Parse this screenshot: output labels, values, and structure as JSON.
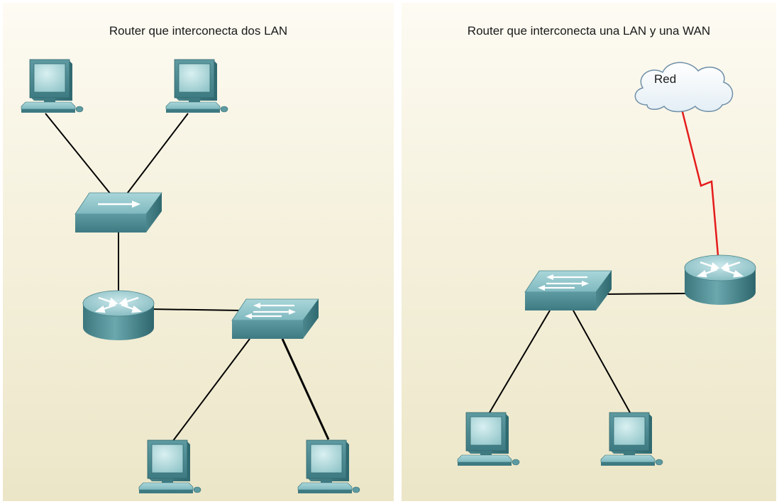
{
  "panels": [
    {
      "title": "Router que interconecta dos LAN",
      "devices": [
        "pc-1",
        "pc-2",
        "switch-1",
        "router",
        "switch-2",
        "pc-3",
        "pc-4"
      ]
    },
    {
      "title": "Router que interconecta una LAN y una WAN",
      "cloud_label": "Red",
      "devices": [
        "cloud",
        "router",
        "switch",
        "pc-1",
        "pc-2"
      ]
    }
  ],
  "colors": {
    "device_teal": "#5f9aa1",
    "wan_link": "#e51b1b",
    "lan_link": "#000000"
  }
}
